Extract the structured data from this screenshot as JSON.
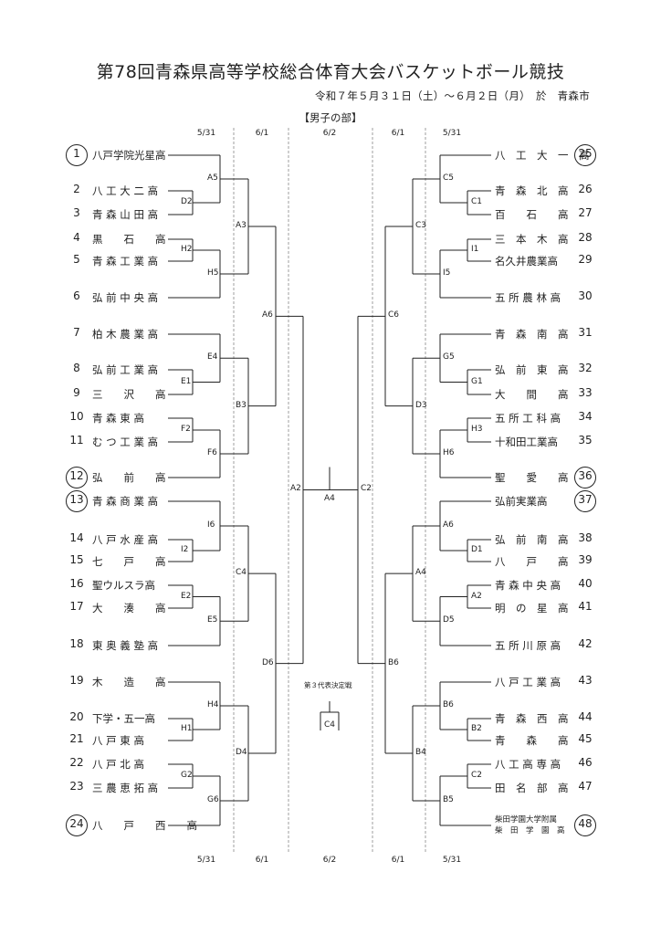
{
  "title": "第78回青森県高等学校総合体育大会バスケットボール競技",
  "subtitle": "令和７年５月３１日（土）～６月２日（月）　於　青森市",
  "division": "【男子の部】",
  "date_labels": [
    "5/31",
    "6/1",
    "6/2",
    "6/1",
    "5/31"
  ],
  "left_teams": [
    {
      "num": "1",
      "name": "八戸学院光星高",
      "seed": true
    },
    {
      "num": "2",
      "name": "八 工 大 二 高",
      "seed": false
    },
    {
      "num": "3",
      "name": "青 森 山 田 高",
      "seed": false
    },
    {
      "num": "4",
      "name": "黒　　石　　高",
      "seed": false
    },
    {
      "num": "5",
      "name": "青 森 工 業 高",
      "seed": false
    },
    {
      "num": "6",
      "name": "弘 前 中 央 高",
      "seed": false
    },
    {
      "num": "7",
      "name": "柏 木 農 業 高",
      "seed": false
    },
    {
      "num": "8",
      "name": "弘 前 工 業 高",
      "seed": false
    },
    {
      "num": "9",
      "name": "三　　沢　　高",
      "seed": false
    },
    {
      "num": "10",
      "name": "青 森 東 高",
      "seed": false
    },
    {
      "num": "11",
      "name": "む つ 工 業 高",
      "seed": false
    },
    {
      "num": "12",
      "name": "弘　　前　　高",
      "seed": true
    },
    {
      "num": "13",
      "name": "青 森 商 業 高",
      "seed": true
    },
    {
      "num": "14",
      "name": "八 戸 水 産 高",
      "seed": false
    },
    {
      "num": "15",
      "name": "七　　戸　　高",
      "seed": false
    },
    {
      "num": "16",
      "name": "聖ウルスラ高",
      "seed": false
    },
    {
      "num": "17",
      "name": "大　　湊　　高",
      "seed": false
    },
    {
      "num": "18",
      "name": "東 奥 義 塾 高",
      "seed": false
    },
    {
      "num": "19",
      "name": "木　　造　　高",
      "seed": false
    },
    {
      "num": "20",
      "name": "下学・五一高",
      "seed": false
    },
    {
      "num": "21",
      "name": "八 戸 東 高",
      "seed": false
    },
    {
      "num": "22",
      "name": "八 戸 北 高",
      "seed": false
    },
    {
      "num": "23",
      "name": "三 農 恵 拓 高",
      "seed": false
    },
    {
      "num": "24",
      "name": "八　　戸　　西　　高",
      "seed": true
    }
  ],
  "right_teams": [
    {
      "num": "25",
      "name": "八　工　大　一　高",
      "seed": true
    },
    {
      "num": "26",
      "name": "青　森　北　高",
      "seed": false
    },
    {
      "num": "27",
      "name": "百　　石　　高",
      "seed": false
    },
    {
      "num": "28",
      "name": "三　本　木　高",
      "seed": false
    },
    {
      "num": "29",
      "name": "名久井農業高",
      "seed": false
    },
    {
      "num": "30",
      "name": "五 所 農 林 高",
      "seed": false
    },
    {
      "num": "31",
      "name": "青　森　南　高",
      "seed": false
    },
    {
      "num": "32",
      "name": "弘　前　東　高",
      "seed": false
    },
    {
      "num": "33",
      "name": "大　　間　　高",
      "seed": false
    },
    {
      "num": "34",
      "name": "五 所 工 科 高",
      "seed": false
    },
    {
      "num": "35",
      "name": "十和田工業高",
      "seed": false
    },
    {
      "num": "36",
      "name": "聖　　愛　　高",
      "seed": true
    },
    {
      "num": "37",
      "name": "弘前実業高",
      "seed": true
    },
    {
      "num": "38",
      "name": "弘　前　南　高",
      "seed": false
    },
    {
      "num": "39",
      "name": "八　　戸　　高",
      "seed": false
    },
    {
      "num": "40",
      "name": "青 森 中 央 高",
      "seed": false
    },
    {
      "num": "41",
      "name": "明　の　星　高",
      "seed": false
    },
    {
      "num": "42",
      "name": "五 所 川 原 高",
      "seed": false
    },
    {
      "num": "43",
      "name": "八 戸 工 業 高",
      "seed": false
    },
    {
      "num": "44",
      "name": "青　森　西　高",
      "seed": false
    },
    {
      "num": "45",
      "name": "青　　森　　高",
      "seed": false
    },
    {
      "num": "46",
      "name": "八 工 高 専 高",
      "seed": false
    },
    {
      "num": "47",
      "name": "田　名　部　高",
      "seed": false
    },
    {
      "num": "48",
      "name": "柴田学園大学附属",
      "name2": "柴　田　学　園　高",
      "seed": true
    }
  ],
  "game_labels": {
    "left_r1": [
      "D2",
      "H2",
      "E1",
      "F2",
      "I2",
      "E2",
      "H1",
      "G2"
    ],
    "left_r2": [
      "A5",
      "H5",
      "E4",
      "F6",
      "I6",
      "E5",
      "H4",
      "G6"
    ],
    "left_r3": [
      "A3",
      "B3",
      "C4",
      "D4"
    ],
    "left_r4": [
      "A6",
      "D6"
    ],
    "left_semi": "A2",
    "final": "A4",
    "right_semi": "C2",
    "right_r4": [
      "C6",
      "B6"
    ],
    "right_r3": [
      "C3",
      "D3",
      "A4",
      "B4"
    ],
    "right_r2": [
      "C5",
      "I5",
      "G5",
      "H6",
      "A6",
      "D5",
      "B6",
      "B5"
    ],
    "right_r1": [
      "C1",
      "I1",
      "G1",
      "H3",
      "D1",
      "A2",
      "B2",
      "C2"
    ]
  },
  "third_place": {
    "label": "第３代表決定戦",
    "game": "C4"
  }
}
